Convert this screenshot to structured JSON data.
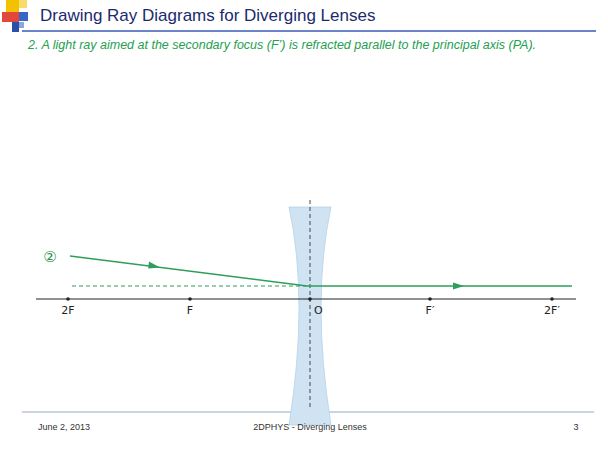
{
  "diagram": {
    "title": "Drawing Ray Diagrams for Diverging Lenses",
    "labels": [
      "2. A light ray aimed at the secondary focus (F’) is refracted parallel to the principal axis (PA).",
      "②",
      "2F",
      "F",
      "O",
      "F′",
      "2F′",
      "June 2, 2013",
      "2DPHYS - Diverging Lenses",
      "3"
    ]
  }
}
